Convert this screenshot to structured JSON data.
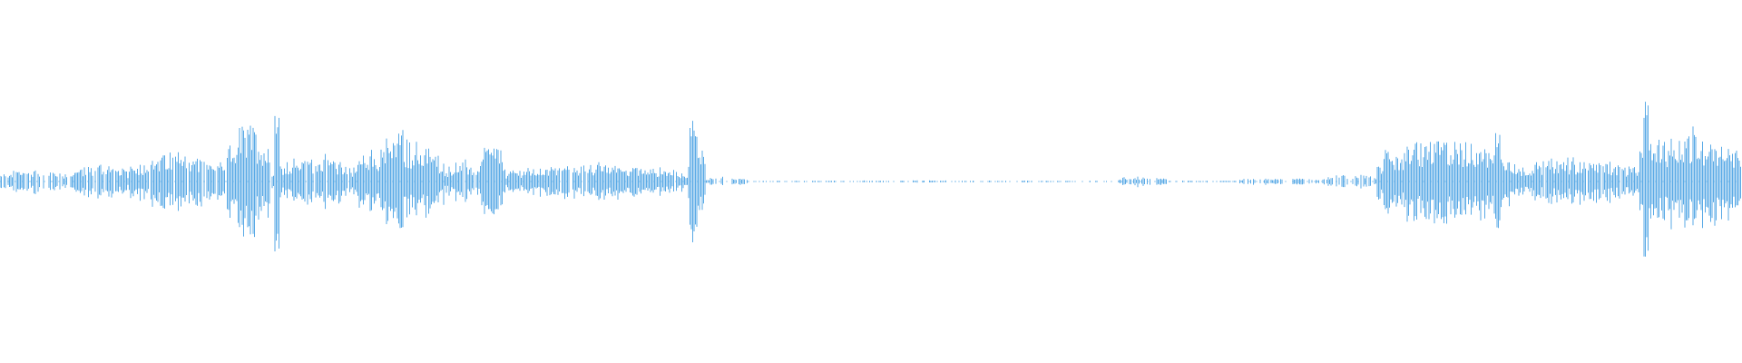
{
  "waveform": {
    "color": "#5aaae6",
    "background": "#ffffff",
    "segments": [
      {
        "start": 0.0,
        "end": 0.04,
        "peak": 0.1,
        "density": 0.8
      },
      {
        "start": 0.04,
        "end": 0.075,
        "peak": 0.14,
        "density": 0.9
      },
      {
        "start": 0.075,
        "end": 0.13,
        "peak": 0.22,
        "density": 0.9
      },
      {
        "start": 0.13,
        "end": 0.155,
        "peak": 0.45,
        "density": 1.0
      },
      {
        "start": 0.155,
        "end": 0.205,
        "peak": 0.2,
        "density": 0.9
      },
      {
        "start": 0.205,
        "end": 0.255,
        "peak": 0.33,
        "density": 1.0
      },
      {
        "start": 0.255,
        "end": 0.275,
        "peak": 0.16,
        "density": 0.9
      },
      {
        "start": 0.275,
        "end": 0.29,
        "peak": 0.3,
        "density": 1.0
      },
      {
        "start": 0.29,
        "end": 0.395,
        "peak": 0.14,
        "density": 0.95
      },
      {
        "start": 0.395,
        "end": 0.405,
        "peak": 0.4,
        "density": 1.0
      },
      {
        "start": 0.405,
        "end": 0.43,
        "peak": 0.04,
        "density": 0.7
      },
      {
        "start": 0.43,
        "end": 0.64,
        "peak": 0.008,
        "density": 0.35
      },
      {
        "start": 0.64,
        "end": 0.67,
        "peak": 0.04,
        "density": 0.6
      },
      {
        "start": 0.67,
        "end": 0.71,
        "peak": 0.008,
        "density": 0.35
      },
      {
        "start": 0.71,
        "end": 0.76,
        "peak": 0.03,
        "density": 0.6
      },
      {
        "start": 0.76,
        "end": 0.79,
        "peak": 0.06,
        "density": 0.7
      },
      {
        "start": 0.79,
        "end": 0.87,
        "peak": 0.34,
        "density": 1.0
      },
      {
        "start": 0.87,
        "end": 0.94,
        "peak": 0.18,
        "density": 0.95
      },
      {
        "start": 0.94,
        "end": 1.0,
        "peak": 0.4,
        "density": 1.0
      }
    ],
    "spikes": [
      {
        "at": 0.159,
        "peak": 0.52
      },
      {
        "at": 0.397,
        "peak": 0.46
      },
      {
        "at": 0.945,
        "peak": 0.58
      },
      {
        "at": 0.23,
        "peak": 0.4
      },
      {
        "at": 0.86,
        "peak": 0.38
      }
    ]
  }
}
